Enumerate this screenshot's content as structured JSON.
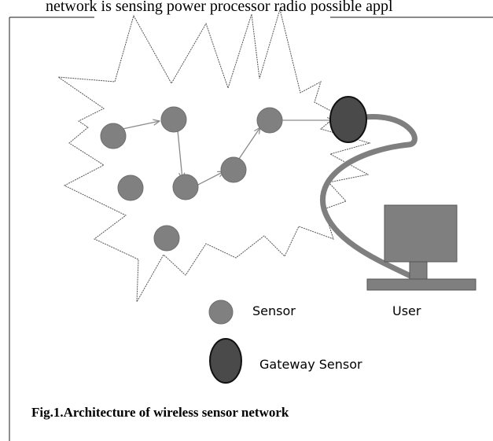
{
  "header_text": "network is sensing power  processor  radio  possible appl",
  "colors": {
    "sensor_fill": "#808080",
    "sensor_stroke": "#6d6d6d",
    "gateway_fill": "#4a4a4a",
    "gateway_stroke": "#111111",
    "cable": "#7f7f7f",
    "monitor": "#7f7f7f",
    "monitor_stroke": "#555555",
    "outline": "#555555",
    "arrow": "#8a8a8a"
  },
  "labels": {
    "user": "User"
  },
  "legend": {
    "sensor_label": "Sensor",
    "gateway_label": "Gateway Sensor"
  },
  "caption": "Fig.1.Architecture of wireless sensor network"
}
